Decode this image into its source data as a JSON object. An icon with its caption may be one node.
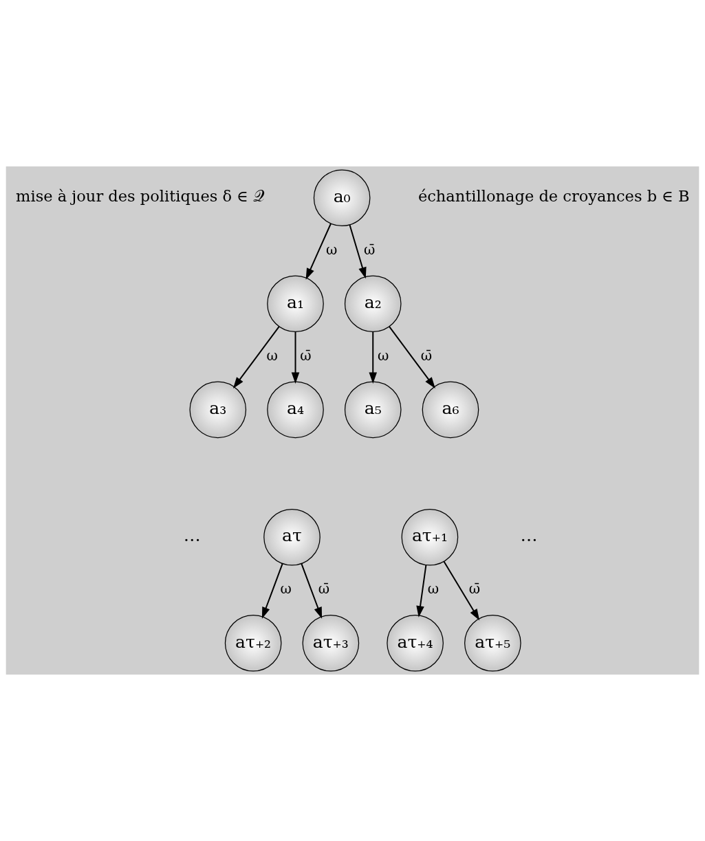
{
  "diagram": {
    "nodes": [
      {
        "text": [
          "a₀"
        ]
      },
      {
        "text": [
          "a₁"
        ]
      },
      {
        "text": [
          "a₂"
        ]
      },
      {
        "text": [
          "a₃"
        ]
      },
      {
        "text": [
          "a₄"
        ]
      },
      {
        "text": [
          "a₅"
        ]
      },
      {
        "text": [
          "a₆"
        ]
      },
      {
        "text": [
          "aτ"
        ]
      },
      {
        "text": [
          "aτ₊₁"
        ]
      },
      {
        "text": [
          "aτ₊₂"
        ]
      },
      {
        "text": [
          "aτ₊₃"
        ]
      },
      {
        "text": [
          "aτ₊₄"
        ]
      },
      {
        "text": [
          "aτ₊₅"
        ]
      }
    ],
    "edges": [
      {
        "from": 0,
        "to": 1,
        "arrow": "to",
        "label": "ω"
      },
      {
        "from": 0,
        "to": 2,
        "arrow": "to",
        "label": "ω̄"
      },
      {
        "from": 1,
        "to": 3,
        "arrow": "to",
        "label": "ω"
      },
      {
        "from": 1,
        "to": 4,
        "arrow": "to",
        "label": "ω̄"
      },
      {
        "from": 2,
        "to": 5,
        "arrow": "to",
        "label": "ω"
      },
      {
        "from": 2,
        "to": 6,
        "arrow": "to",
        "label": "ω̄"
      },
      {
        "from": 7,
        "to": 9,
        "arrow": "to",
        "label": "ω"
      },
      {
        "from": 7,
        "to": 10,
        "arrow": "to",
        "label": "ω̄"
      },
      {
        "from": 8,
        "to": 11,
        "arrow": "to",
        "label": "ω"
      },
      {
        "from": 8,
        "to": 12,
        "arrow": "to",
        "label": "ω̄"
      }
    ],
    "labels": [
      "mise à jour des politiques δ ∈ 𝒬",
      "échantillonage de croyances b ∈ B",
      "…",
      "…"
    ]
  }
}
